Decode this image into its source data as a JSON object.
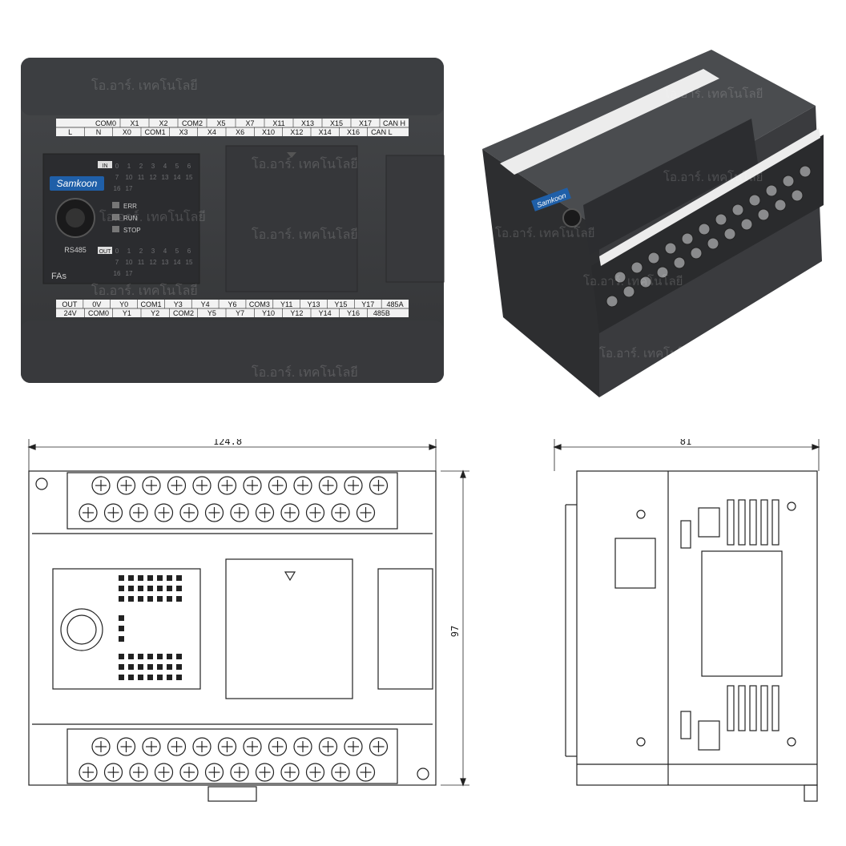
{
  "watermark": "โอ.อาร์. เทคโนโลยี",
  "device": {
    "brand": "Samkoon",
    "model": "FAs",
    "port_label": "RS485",
    "in_badge": "IN",
    "out_badge": "OUT",
    "leds": [
      "ERR",
      "RUN",
      "STOP"
    ],
    "io_numbers_row1": [
      "0",
      "1",
      "2",
      "3",
      "4",
      "5",
      "6"
    ],
    "io_numbers_row2": [
      "7",
      "10",
      "11",
      "12",
      "13",
      "14",
      "15"
    ],
    "io_numbers_row3": [
      "16",
      "17"
    ]
  },
  "input_terminals_top": [
    "COM0",
    "X1",
    "X2",
    "COM2",
    "X5",
    "X7",
    "X11",
    "X13",
    "X15",
    "X17",
    "CAN H"
  ],
  "input_terminals_bottom": [
    "L",
    "N",
    "X0",
    "COM1",
    "X3",
    "X4",
    "X6",
    "X10",
    "X12",
    "X14",
    "X16",
    "CAN L"
  ],
  "output_terminals_top": [
    "OUT",
    "0V",
    "Y0",
    "COM1",
    "Y3",
    "Y4",
    "Y6",
    "COM3",
    "Y11",
    "Y13",
    "Y15",
    "Y17",
    "485A"
  ],
  "output_terminals_bottom": [
    "24V",
    "COM0",
    "Y1",
    "Y2",
    "COM2",
    "Y5",
    "Y7",
    "Y10",
    "Y12",
    "Y14",
    "Y16",
    "485B"
  ],
  "dimensions": {
    "width": "124.8",
    "height": "97",
    "depth": "81"
  },
  "colors": {
    "housing": "#3a3b3d",
    "housing_dark": "#2a2b2d",
    "label_strip": "#f2f2f2",
    "brand_badge": "#1f5fa8",
    "drawing_line": "#222222"
  }
}
